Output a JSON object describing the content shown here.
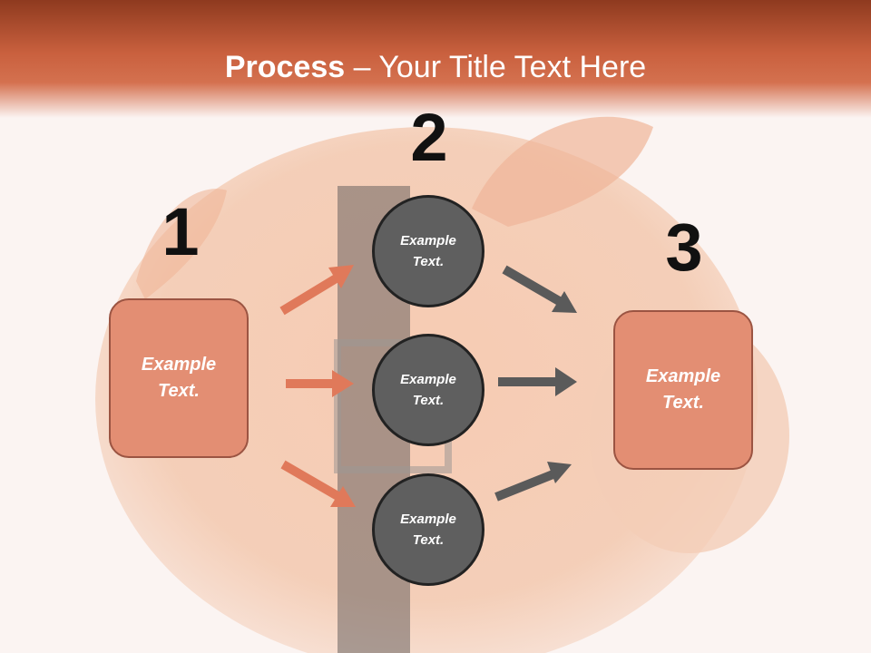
{
  "title": {
    "bold": "Process",
    "rest": " – Your Title Text Here"
  },
  "steps": {
    "one": "1",
    "two": "2",
    "three": "3"
  },
  "left_box": {
    "text": "Example Text."
  },
  "right_box": {
    "text": "Example Text."
  },
  "circles": [
    {
      "text": "Example Text."
    },
    {
      "text": "Example Text."
    },
    {
      "text": "Example Text."
    }
  ],
  "colors": {
    "header": "#c9603e",
    "box_fill": "#e38e73",
    "circle_fill": "#5f5f5f",
    "orange_arrow": "#e0795a",
    "gray_arrow": "#5a5a5a"
  }
}
